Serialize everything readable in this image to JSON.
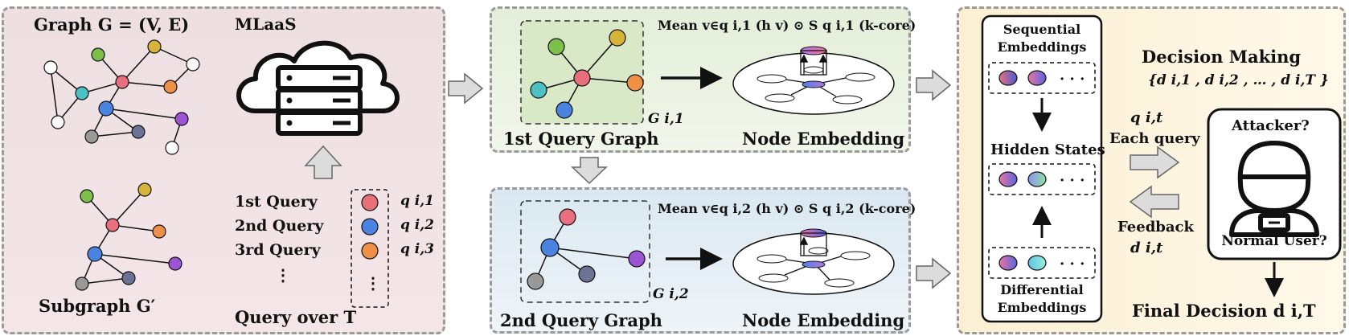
{
  "left": {
    "graph_title": "Graph G = (V, E)",
    "mlaas": "MLaaS",
    "subgraph_title": "Subgraph G′",
    "queries": [
      "1st  Query",
      "2nd Query",
      "3rd Query"
    ],
    "query_vars": [
      "q i,1",
      "q i,2",
      "q i,3"
    ],
    "vdots": "⋮",
    "query_over": "Query over T",
    "query_colors": [
      "#e8707c",
      "#4a84e0",
      "#ee9147"
    ]
  },
  "mid_top": {
    "formula": "Mean v∈q i,1 (h v) ⊙ S q i,1 (k-core)",
    "graph_label": "G i,1",
    "caption_left": "1st Query Graph",
    "caption_right": "Node Embedding"
  },
  "mid_bottom": {
    "formula": "Mean v∈q i,2 (h v) ⊙ S q i,2 (k-core)",
    "graph_label": "G i,2",
    "caption_left": "2nd Query Graph",
    "caption_right": "Node Embedding"
  },
  "right": {
    "seq_title": "Sequential Embeddings",
    "hidden": "Hidden States",
    "diff_title": "Differential Embeddings",
    "dots": "· · ·",
    "decision_title": "Decision Making",
    "decision_set": "{d i,1 , d i,2 , … , d i,T }",
    "q_it": "q i,t",
    "each_query": "Each query",
    "feedback": "Feedback",
    "d_it": "d i,t",
    "attacker": "Attacker?",
    "normal_user": "Normal User?",
    "final_decision": "Final Decision d i,T"
  },
  "colors": {
    "red_node": "#e8707c",
    "blue_node": "#4a84e0",
    "orange_node": "#ee9147",
    "green_node": "#7cc04a",
    "yellow_node": "#d8b33a",
    "teal_node": "#4cc1c4",
    "purple_node": "#9c54d4",
    "gray_node": "#999999",
    "slate_node": "#6b7394"
  }
}
